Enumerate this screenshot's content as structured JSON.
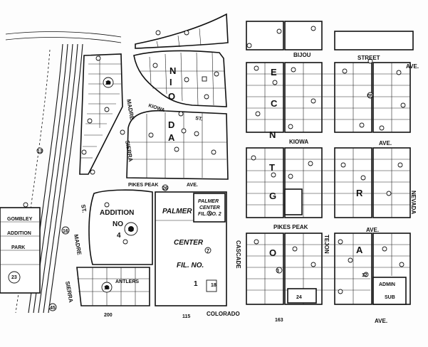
{
  "map": {
    "streets": {
      "bijou": "BIJOU",
      "street": "STREET",
      "ave_top_right": "AVE.",
      "kiowa_west": "KIOWA",
      "st_kiowa": "ST.",
      "kiowa_east": "KIOWA",
      "ave_kiowa": "AVE.",
      "sierra_madre_north_1": "SIERRA",
      "sierra_madre_north_2": "MADRE",
      "pikes_peak_west": "PIKES PEAK",
      "ave_pikes_west": "AVE.",
      "pikes_peak_east": "PIKES PEAK",
      "ave_pikes_east": "AVE.",
      "sierra_south": "SIERRA",
      "madre_south": "MADRE",
      "st_south": "ST.",
      "cascade": "CASCADE",
      "tejon": "TEJON",
      "nevada": "NEVADA",
      "colorado": "COLORADO",
      "ave_colorado": "AVE.",
      "antlers": "ANTLERS"
    },
    "areas": {
      "addition": "ADDITION",
      "no": "NO",
      "four": "4",
      "palmer_1": "PALMER",
      "center_1": "CENTER",
      "fil_no": "FIL. NO.",
      "one": "1",
      "palmer_small": "PALMER",
      "center_small": "CENTER",
      "fil_no_small": "FIL. NO. 2",
      "admin": "ADMIN",
      "sub": "SUB",
      "big_a": "A",
      "big_d": "D",
      "big_i": "I",
      "big_o": "O",
      "big_n": "N",
      "big_c": "C",
      "big_g": "G",
      "big_t": "T",
      "big_e": "E",
      "big_r": "R"
    },
    "left_labels": {
      "l1": "GOMBLEY",
      "l2": "ADDITION",
      "l3": "PARK"
    },
    "numbers": {
      "n16": "16",
      "n23": "23",
      "n13": "13",
      "n26": "26",
      "n22": "22",
      "n45": "45",
      "n15": "15",
      "n05": "05",
      "n20": "20",
      "n200": "200",
      "n115": "115",
      "n163": "163",
      "n1": "1",
      "n7": "7",
      "n3": "3",
      "n24": "24",
      "n12": "12",
      "n18": "18"
    }
  }
}
